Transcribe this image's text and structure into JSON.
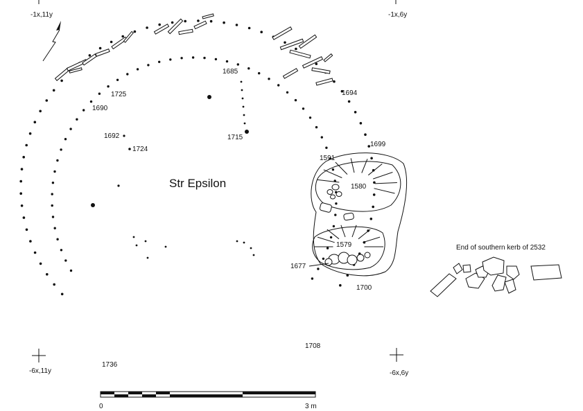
{
  "title": "Str Epsilon",
  "grid_labels": {
    "top_left": "-1x,11y",
    "top_right": "-1x,6y",
    "bottom_left": "-6x,11y",
    "bottom_right": "-6x,6y"
  },
  "features": {
    "f1685": "1685",
    "f1694": "1694",
    "f1725": "1725",
    "f1690": "1690",
    "f1692": "1692",
    "f1724": "1724",
    "f1715": "1715",
    "f1699": "1699",
    "f1591": "1591",
    "f1580": "1580",
    "f1579": "1579",
    "f1677": "1677",
    "f1700": "1700",
    "f1708": "1708",
    "f1736": "1736"
  },
  "kerb_label": "End of southern kerb of 2532",
  "scale": {
    "start": "0",
    "end": "3 m"
  },
  "north_arrow": "north-arrow-icon"
}
